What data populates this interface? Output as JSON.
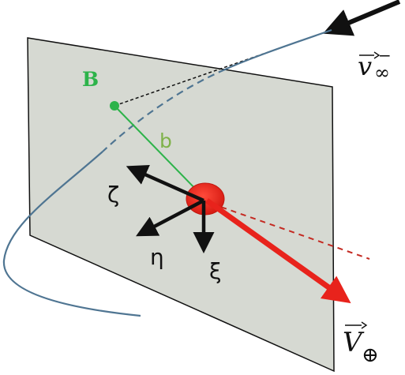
{
  "labels": {
    "point_b": "B",
    "impact_parameter": "b",
    "axis_zeta": "ζ",
    "axis_eta": "η",
    "axis_xi": "ξ",
    "v_infinity_main": "v",
    "v_infinity_sub": "∞",
    "v_infinity_sup": "−",
    "v_earth_main": "V",
    "v_earth_sub": "⊕"
  },
  "colors": {
    "plane_fill": "#d6d9d2",
    "plane_stroke": "#111111",
    "trajectory": "#4f7592",
    "b_green": "#2db34a",
    "b_label_green": "#7fb24a",
    "planet_red": "#e8231c",
    "axis_black": "#111111"
  }
}
